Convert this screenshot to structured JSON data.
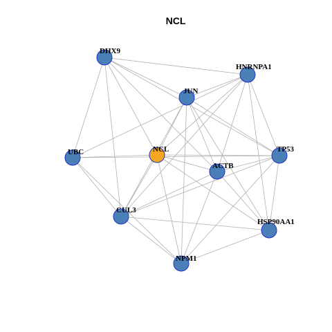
{
  "title": "NCL",
  "colors": {
    "node_default": "#4a7fb8",
    "node_highlight": "#f5a623",
    "node_stroke": "#1f33c4",
    "edge": "#b0b0b0"
  },
  "nodes": [
    {
      "id": "DHX9",
      "label": "DHX9",
      "highlight": false
    },
    {
      "id": "HNRNPA1",
      "label": "HNRNPA1",
      "highlight": false
    },
    {
      "id": "JUN",
      "label": "JUN",
      "highlight": false
    },
    {
      "id": "UBC",
      "label": "UBC",
      "highlight": false
    },
    {
      "id": "NCL",
      "label": "NCL",
      "highlight": true
    },
    {
      "id": "TP53",
      "label": "TP53",
      "highlight": false
    },
    {
      "id": "ACTB",
      "label": "ACTB",
      "highlight": false
    },
    {
      "id": "CUL3",
      "label": "CUL3",
      "highlight": false
    },
    {
      "id": "HSP90AA1",
      "label": "HSP90AA1",
      "highlight": false
    },
    {
      "id": "NPM1",
      "label": "NPM1",
      "highlight": false
    }
  ],
  "edges": [
    [
      "DHX9",
      "HNRNPA1"
    ],
    [
      "DHX9",
      "JUN"
    ],
    [
      "DHX9",
      "UBC"
    ],
    [
      "DHX9",
      "NCL"
    ],
    [
      "DHX9",
      "ACTB"
    ],
    [
      "DHX9",
      "CUL3"
    ],
    [
      "DHX9",
      "TP53"
    ],
    [
      "HNRNPA1",
      "JUN"
    ],
    [
      "HNRNPA1",
      "UBC"
    ],
    [
      "HNRNPA1",
      "NCL"
    ],
    [
      "HNRNPA1",
      "ACTB"
    ],
    [
      "HNRNPA1",
      "TP53"
    ],
    [
      "HNRNPA1",
      "HSP90AA1"
    ],
    [
      "HNRNPA1",
      "CUL3"
    ],
    [
      "JUN",
      "NCL"
    ],
    [
      "JUN",
      "TP53"
    ],
    [
      "JUN",
      "ACTB"
    ],
    [
      "JUN",
      "NPM1"
    ],
    [
      "JUN",
      "HSP90AA1"
    ],
    [
      "JUN",
      "CUL3"
    ],
    [
      "UBC",
      "NCL"
    ],
    [
      "UBC",
      "TP53"
    ],
    [
      "UBC",
      "CUL3"
    ],
    [
      "UBC",
      "NPM1"
    ],
    [
      "NCL",
      "TP53"
    ],
    [
      "NCL",
      "ACTB"
    ],
    [
      "NCL",
      "CUL3"
    ],
    [
      "NCL",
      "HSP90AA1"
    ],
    [
      "NCL",
      "NPM1"
    ],
    [
      "TP53",
      "ACTB"
    ],
    [
      "TP53",
      "HSP90AA1"
    ],
    [
      "TP53",
      "NPM1"
    ],
    [
      "TP53",
      "CUL3"
    ],
    [
      "ACTB",
      "CUL3"
    ],
    [
      "ACTB",
      "NPM1"
    ],
    [
      "ACTB",
      "HSP90AA1"
    ],
    [
      "CUL3",
      "NPM1"
    ],
    [
      "CUL3",
      "HSP90AA1"
    ],
    [
      "HSP90AA1",
      "NPM1"
    ]
  ]
}
